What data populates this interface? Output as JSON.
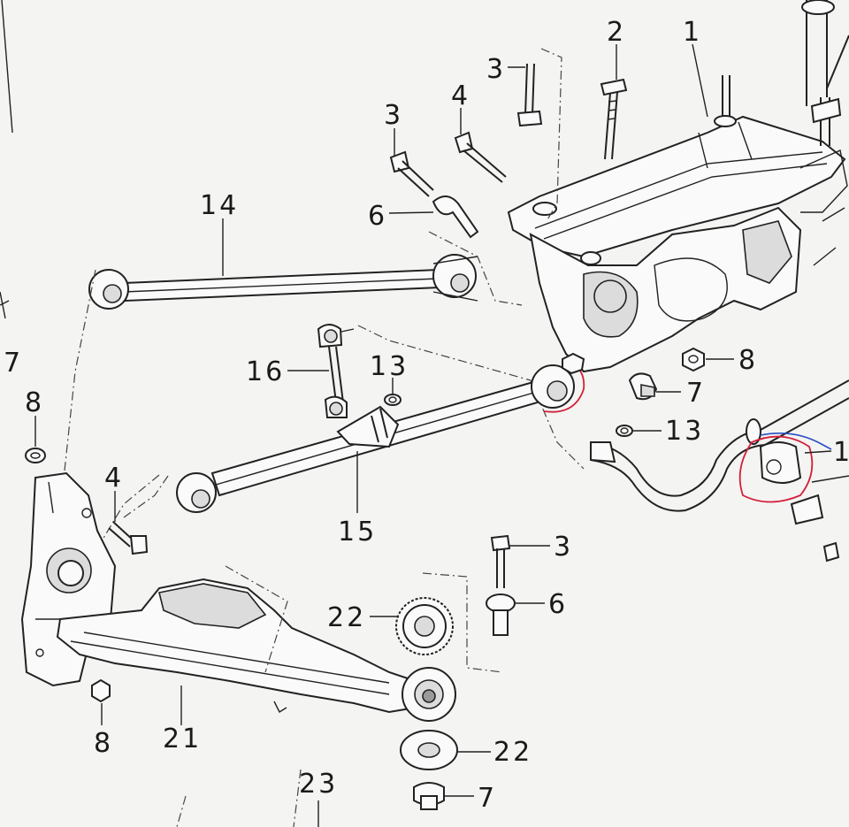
{
  "callouts": [
    {
      "id": "c1",
      "text": "1"
    },
    {
      "id": "c2",
      "text": "2"
    },
    {
      "id": "c3a",
      "text": "3"
    },
    {
      "id": "c3b",
      "text": "3"
    },
    {
      "id": "c4a",
      "text": "4"
    },
    {
      "id": "c6a",
      "text": "6"
    },
    {
      "id": "c14",
      "text": "14"
    },
    {
      "id": "c7a",
      "text": "7"
    },
    {
      "id": "c16",
      "text": "16"
    },
    {
      "id": "c13a",
      "text": "13"
    },
    {
      "id": "c8a",
      "text": "8"
    },
    {
      "id": "c8b",
      "text": "8"
    },
    {
      "id": "c7b",
      "text": "7"
    },
    {
      "id": "c13b",
      "text": "13"
    },
    {
      "id": "c1b",
      "text": "1"
    },
    {
      "id": "c4b",
      "text": "4"
    },
    {
      "id": "c15",
      "text": "15"
    },
    {
      "id": "c3c",
      "text": "3"
    },
    {
      "id": "c6b",
      "text": "6"
    },
    {
      "id": "c22a",
      "text": "22"
    },
    {
      "id": "c8c",
      "text": "8"
    },
    {
      "id": "c21",
      "text": "21"
    },
    {
      "id": "c22b",
      "text": "22"
    },
    {
      "id": "c23",
      "text": "23"
    },
    {
      "id": "c7c",
      "text": "7"
    }
  ],
  "colors": {
    "line": "#222222",
    "highlight_red": "#d21f3a",
    "highlight_blue": "#2b4fc4",
    "paper": "#f4f4f2"
  }
}
